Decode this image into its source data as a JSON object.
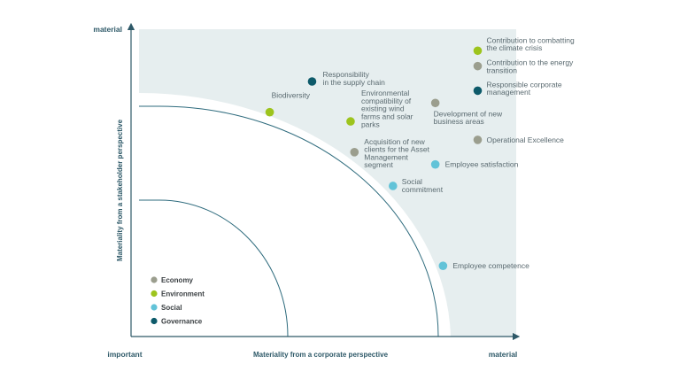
{
  "chart_data": {
    "type": "scatter",
    "title": "",
    "xlabel": "Materiality from a corporate perspective",
    "ylabel": "Materiality from a stakeholder perspective",
    "x_axis_start_label": "important",
    "x_axis_end_label": "material",
    "y_axis_end_label": "material",
    "xlim": [
      0,
      100
    ],
    "ylim": [
      0,
      100
    ],
    "grid": false,
    "legend_position": "bottom-left",
    "categories": [
      {
        "name": "Economy",
        "color": "#9b9e8e"
      },
      {
        "name": "Environment",
        "color": "#9dc41d"
      },
      {
        "name": "Social",
        "color": "#62c3d8"
      },
      {
        "name": "Governance",
        "color": "#0d5a6a"
      }
    ],
    "points": [
      {
        "label": "Responsibility in the supply chain",
        "category": "Governance",
        "x": 47,
        "y": 83
      },
      {
        "label": "Biodiversity",
        "category": "Environment",
        "x": 36,
        "y": 73
      },
      {
        "label": "Environmental compatibility of existing wind farms and solar parks",
        "category": "Environment",
        "x": 57,
        "y": 70
      },
      {
        "label": "Contribution to combatting the climate crisis",
        "category": "Environment",
        "x": 90,
        "y": 93
      },
      {
        "label": "Contribution to the energy transition",
        "category": "Economy",
        "x": 90,
        "y": 88
      },
      {
        "label": "Responsible corporate management",
        "category": "Governance",
        "x": 90,
        "y": 80
      },
      {
        "label": "Development of new business areas",
        "category": "Economy",
        "x": 79,
        "y": 76
      },
      {
        "label": "Operational Excellence",
        "category": "Economy",
        "x": 90,
        "y": 64
      },
      {
        "label": "Acquisition of new clients for the Asset Management segment",
        "category": "Economy",
        "x": 58,
        "y": 60
      },
      {
        "label": "Employee satisfaction",
        "category": "Social",
        "x": 79,
        "y": 56
      },
      {
        "label": "Social commitment",
        "category": "Social",
        "x": 68,
        "y": 49
      },
      {
        "label": "Employee competence",
        "category": "Social",
        "x": 81,
        "y": 23
      }
    ]
  }
}
